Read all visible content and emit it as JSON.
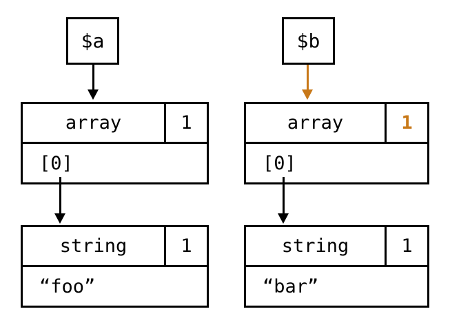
{
  "colors": {
    "ink": "#000000",
    "accent_orange": "#c87818",
    "background": "#ffffff"
  },
  "columns": [
    {
      "variable_label": "$a",
      "var_arrow_color": "black",
      "array_node": {
        "type_label": "array",
        "refcount": "1",
        "slot_label": "[0]"
      },
      "slot_arrow_color": "black",
      "string_node": {
        "type_label": "string",
        "refcount": "1",
        "value": "“foo”"
      }
    },
    {
      "variable_label": "$b",
      "var_arrow_color": "orange",
      "array_node": {
        "type_label": "array",
        "refcount": "1",
        "slot_label": "[0]"
      },
      "slot_arrow_color": "black",
      "string_node": {
        "type_label": "string",
        "refcount": "1",
        "value": "“bar”"
      }
    }
  ]
}
